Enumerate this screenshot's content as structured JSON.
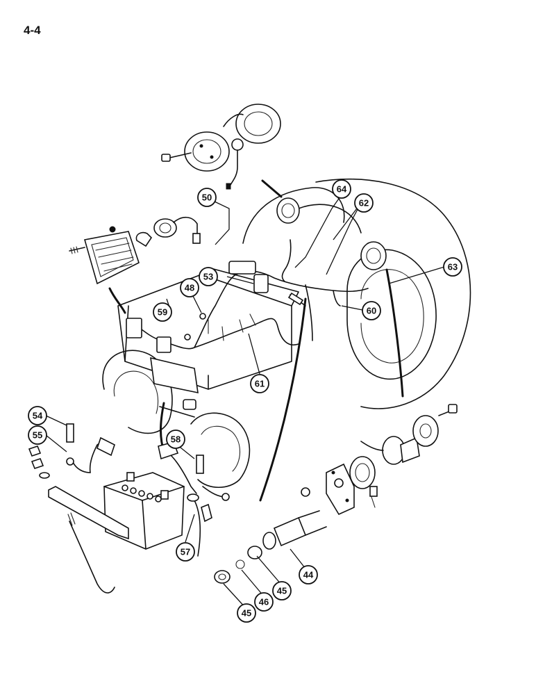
{
  "page_number": "4-4",
  "callouts": [
    {
      "id": "c44",
      "label": "44"
    },
    {
      "id": "c45a",
      "label": "45"
    },
    {
      "id": "c45b",
      "label": "45"
    },
    {
      "id": "c46",
      "label": "46"
    },
    {
      "id": "c48",
      "label": "48"
    },
    {
      "id": "c50",
      "label": "50"
    },
    {
      "id": "c53",
      "label": "53"
    },
    {
      "id": "c54",
      "label": "54"
    },
    {
      "id": "c55",
      "label": "55"
    },
    {
      "id": "c57",
      "label": "57"
    },
    {
      "id": "c58",
      "label": "58"
    },
    {
      "id": "c59",
      "label": "59"
    },
    {
      "id": "c60",
      "label": "60"
    },
    {
      "id": "c61",
      "label": "61"
    },
    {
      "id": "c62",
      "label": "62"
    },
    {
      "id": "c63",
      "label": "63"
    },
    {
      "id": "c64",
      "label": "64"
    }
  ]
}
